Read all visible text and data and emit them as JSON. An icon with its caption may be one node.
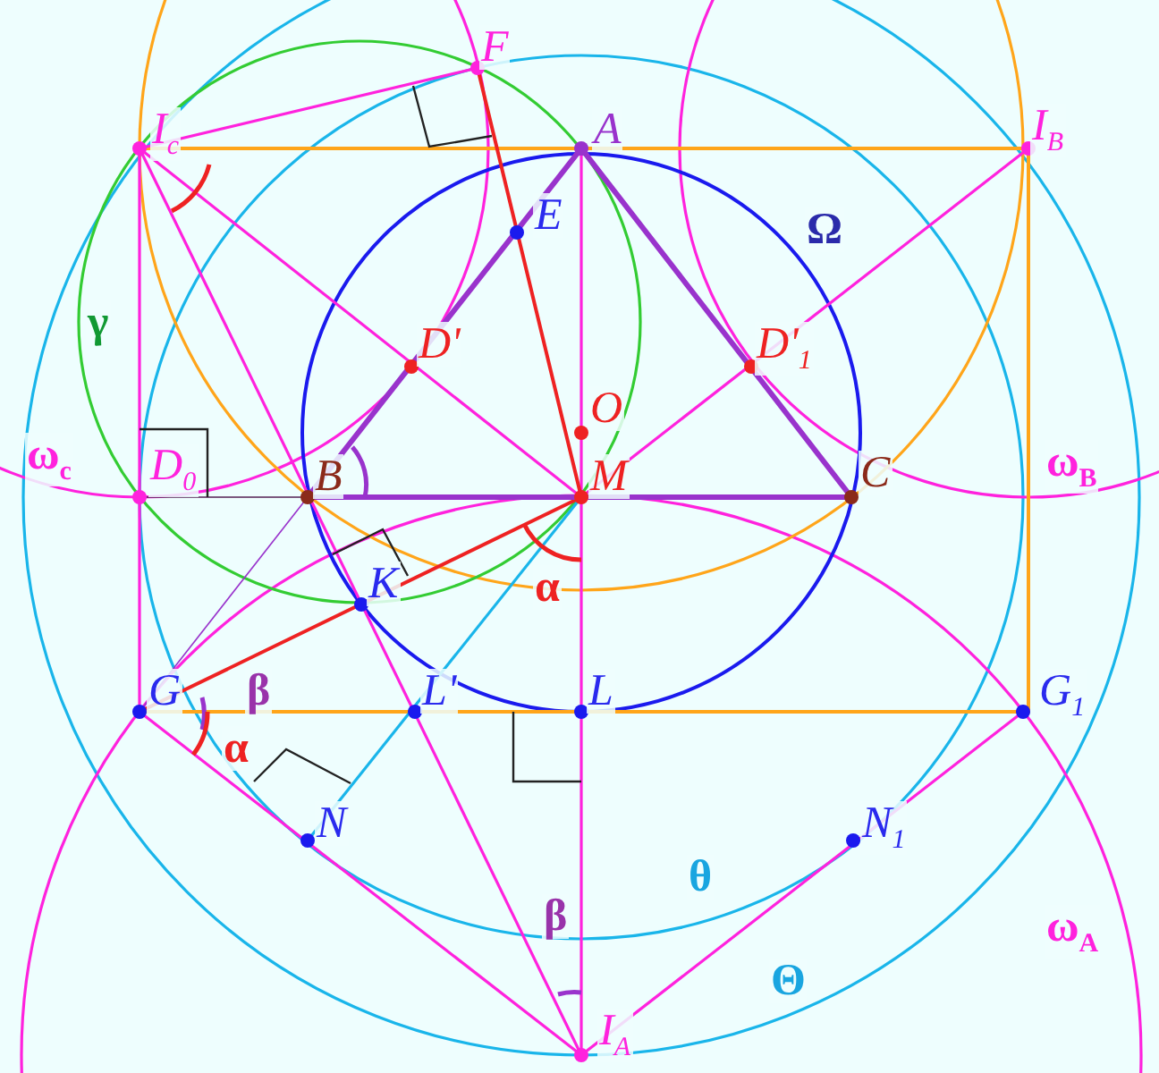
{
  "diagram": {
    "labels": [
      "F",
      "I$_{c}$",
      "A",
      "I$_{B}$",
      "E",
      "Ω",
      "γ",
      "D'",
      "D'$_{1}$",
      "O",
      "ω$_{c}$",
      "D$_{0}$",
      "B",
      "M",
      "C",
      "ω$_{B}$",
      "K",
      "α",
      "G",
      "β",
      "L'",
      "L",
      "G$_{1}$",
      "α",
      "N",
      "N$_{1}$",
      "θ",
      "β",
      "ω$_{A}$",
      "Θ",
      "I$_{A}$"
    ]
  }
}
